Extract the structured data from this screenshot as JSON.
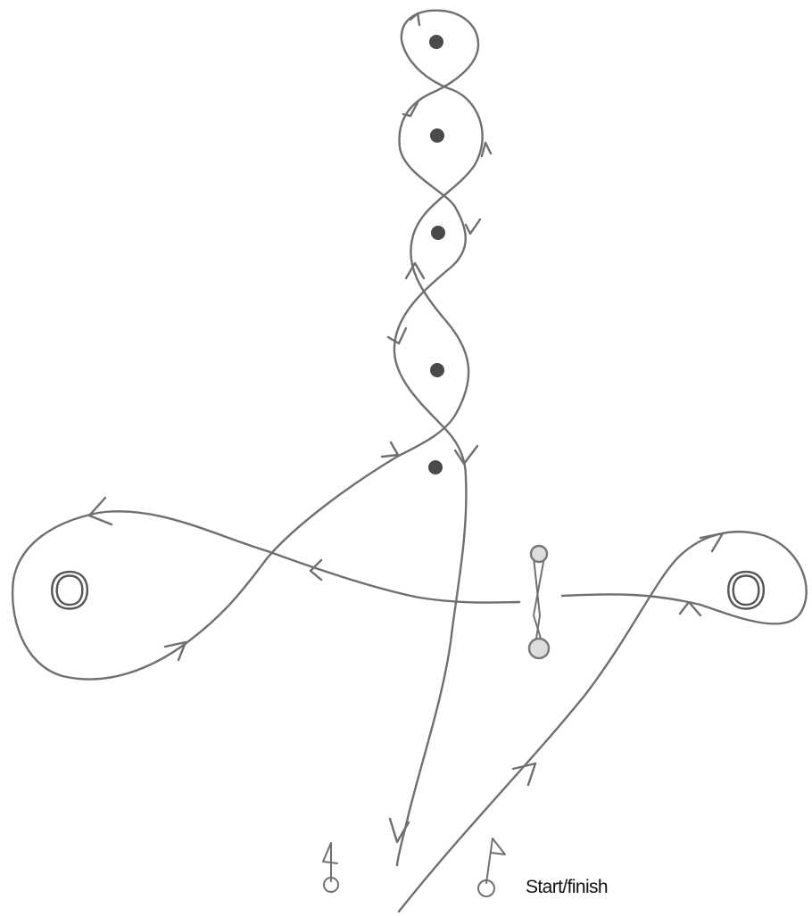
{
  "diagram": {
    "start_finish_label": "Start/finish",
    "barrel_left_label": "O",
    "barrel_right_label": "O",
    "colors": {
      "line": "#6f6f6f",
      "cone": "#4a4a4a",
      "barrel": "#555555",
      "label": "#111111"
    }
  }
}
